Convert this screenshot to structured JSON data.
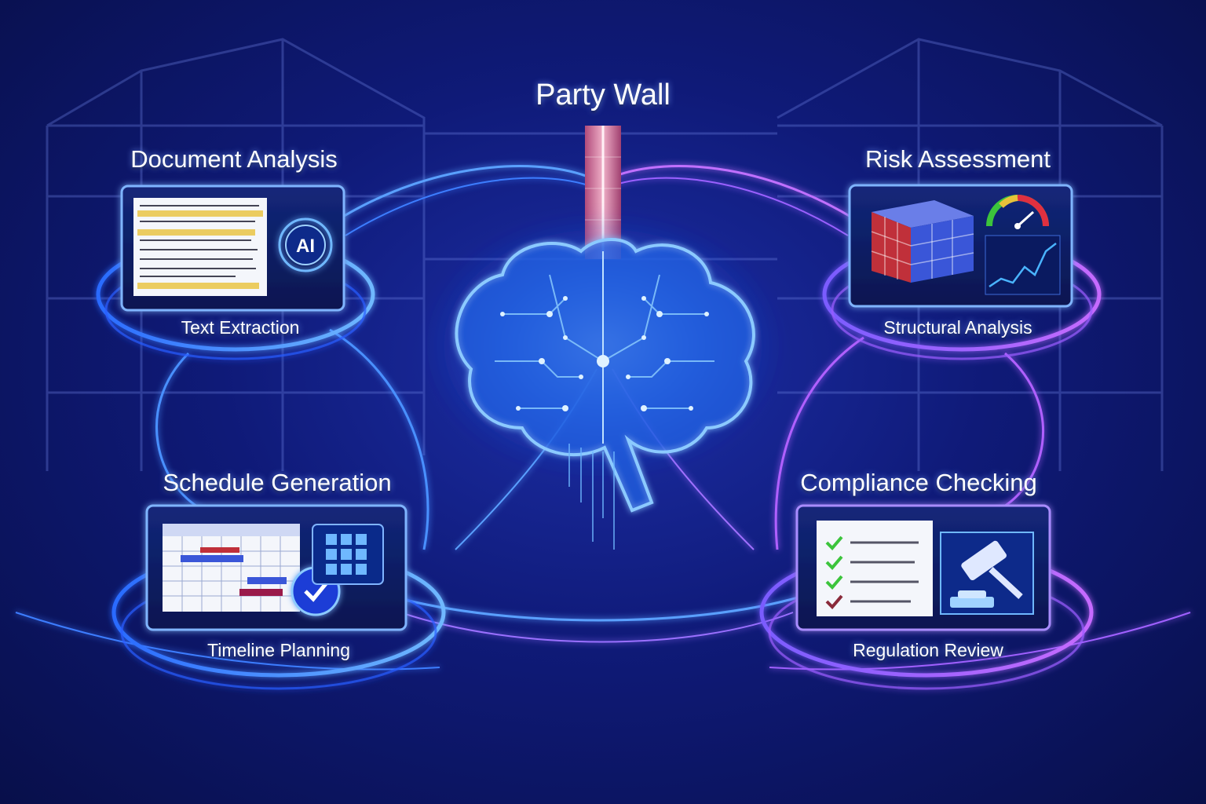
{
  "title": "Party Wall",
  "panels": {
    "document_analysis": {
      "heading": "Document Analysis",
      "caption": "Text Extraction",
      "badge": "AI"
    },
    "risk_assessment": {
      "heading": "Risk Assessment",
      "caption": "Structural Analysis"
    },
    "schedule_generation": {
      "heading": "Schedule Generation",
      "caption": "Timeline Planning"
    },
    "compliance_checking": {
      "heading": "Compliance Checking",
      "caption": "Regulation Review"
    }
  },
  "colors": {
    "background": "#0f1a78",
    "blue_glow": "#3d8bff",
    "purple_glow": "#b45cff",
    "brain": "#4aa8ff",
    "panel_bg": "#0d1a5c",
    "highlight": "#e8c23a",
    "check_green": "#3cc43c"
  },
  "icons": {
    "brain": "brain-icon",
    "document": "document-icon",
    "cube": "cube-icon",
    "gauge": "gauge-icon",
    "calendar": "calendar-icon",
    "check_badge": "check-badge-icon",
    "checklist": "checklist-icon",
    "gavel": "gavel-icon"
  }
}
